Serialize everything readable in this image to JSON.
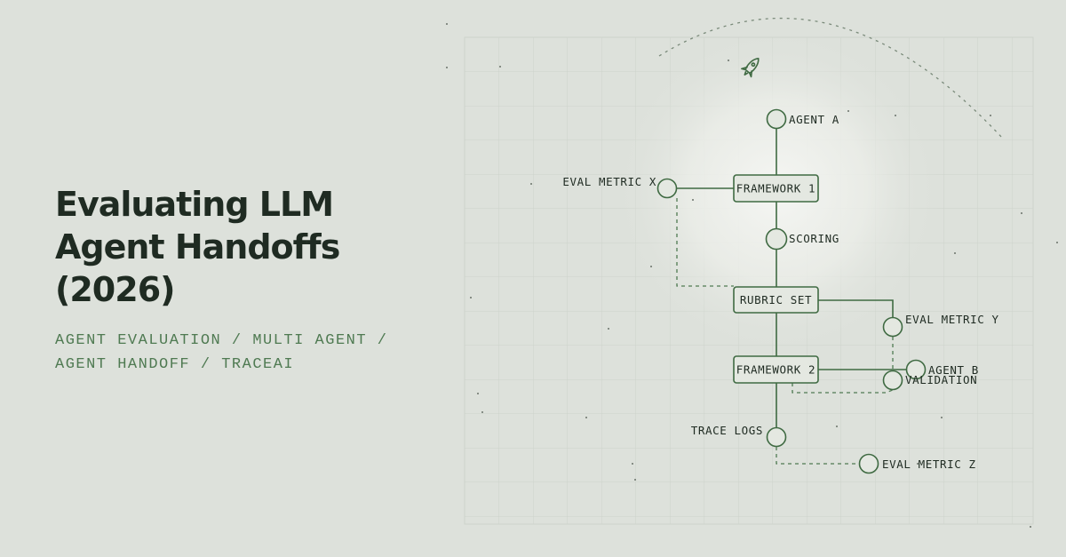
{
  "title_lines": [
    "Evaluating LLM",
    "Agent Handoffs",
    "(2026)"
  ],
  "tag_lines": [
    "AGENT EVALUATION / MULTI AGENT /",
    "AGENT HANDOFF / TRACEAI"
  ],
  "colors": {
    "background": "#dde1db",
    "title": "#1f2b22",
    "accent": "#4f7a52",
    "node_stroke": "#3f6a42",
    "grid": "#ccd3ca"
  },
  "icons": {
    "top": "rocket-icon"
  },
  "diagram": {
    "nodes": {
      "agent_a": "AGENT A",
      "framework_1": "FRAMEWORK 1",
      "eval_metric_x": "EVAL METRIC X",
      "scoring": "SCORING",
      "rubric_set": "RUBRIC SET",
      "eval_metric_y": "EVAL METRIC Y",
      "framework_2": "FRAMEWORK 2",
      "agent_b": "AGENT B",
      "validation": "VALIDATION",
      "trace_logs": "TRACE LOGS",
      "eval_metric_z": "EVAL METRIC Z"
    }
  }
}
